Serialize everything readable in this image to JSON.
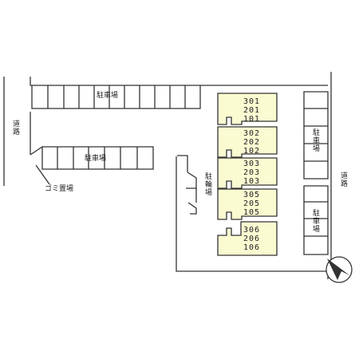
{
  "map": {
    "labels": {
      "road_left": "道路",
      "road_right": "道路",
      "parking_top": "駐車場",
      "parking_middle": "駐車場",
      "garbage": "ゴミ置場",
      "bicycle_parking": "駐輪場",
      "parking_right_upper": "駐車場",
      "parking_right_lower": "駐車場"
    },
    "units": [
      {
        "rooms": [
          "301",
          "201",
          "101"
        ]
      },
      {
        "rooms": [
          "302",
          "202",
          "102"
        ]
      },
      {
        "rooms": [
          "303",
          "203",
          "103"
        ]
      },
      {
        "rooms": [
          "305",
          "205",
          "105"
        ]
      },
      {
        "rooms": [
          "306",
          "206",
          "106"
        ]
      }
    ],
    "colors": {
      "building_fill": "#fbfbd2",
      "line": "#333333"
    },
    "compass_icon": "north-arrow-icon"
  }
}
